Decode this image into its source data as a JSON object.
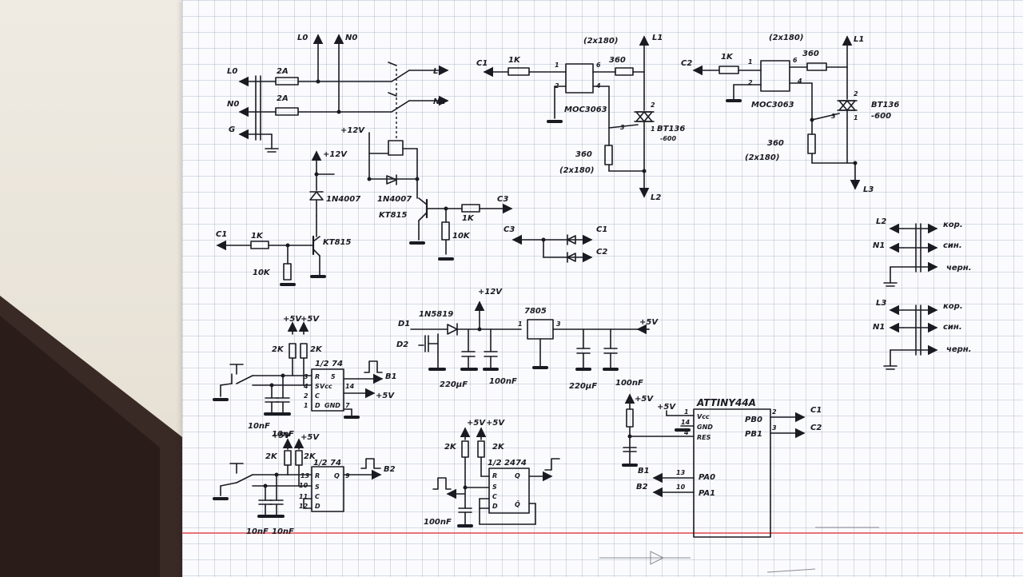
{
  "ac_input": {
    "l0": "L0",
    "n0": "N0",
    "g": "G",
    "fuse1": "2A",
    "fuse2": "2A",
    "out_l1": "L1",
    "out_n1": "N1"
  },
  "relay_driver": {
    "supply": "+12V",
    "supply_relay": "+12V",
    "diode1": "1N4007",
    "diode2": "1N4007",
    "q1": "KT815",
    "q2": "KT815",
    "r_base1": "1K",
    "r_pull1": "10K",
    "r_base2": "1K",
    "r_pull2": "10K",
    "in_c1": "C1",
    "out_c3": "C3"
  },
  "diode_or": {
    "in": "C3",
    "out1": "C1",
    "out2": "C2"
  },
  "triac1": {
    "in": "C1",
    "r_in": "1K",
    "opto": "MOC3063",
    "pin1": "1",
    "pin2": "2",
    "pin4": "4",
    "pin6": "6",
    "r_top_pair": "(2x180)",
    "r_top": "360",
    "r_bottom": "360",
    "r_bottom_pair": "(2x180)",
    "triac": "BT136",
    "triac_rating": "-600",
    "t_pin1": "1",
    "t_pin2": "2",
    "t_pin3": "3",
    "line_top": "L1",
    "line_out": "L2"
  },
  "triac2": {
    "in": "C2",
    "r_in": "1K",
    "opto": "MOC3063",
    "pin1": "1",
    "pin2": "2",
    "pin4": "4",
    "pin6": "6",
    "r_top_pair": "(2x180)",
    "r_top": "360",
    "r_bottom": "360",
    "r_bottom_pair": "(2x180)",
    "triac": "BT136",
    "triac_rating": "-600",
    "t_pin1": "1",
    "t_pin2": "2",
    "t_pin3": "3",
    "line_top": "L1",
    "line_out": "L3"
  },
  "cables": {
    "c1": {
      "line": "L2",
      "neutral": "N1",
      "w1": "кор.",
      "w2": "син.",
      "w3": "черн."
    },
    "c2": {
      "line": "L3",
      "neutral": "N1",
      "w1": "кор.",
      "w2": "син.",
      "w3": "черн."
    }
  },
  "power": {
    "d_top": "D1",
    "d_bottom": "D2",
    "schottky": "1N5819",
    "v12": "+12V",
    "reg": "7805",
    "reg_pin1": "1",
    "reg_pin3": "3",
    "v5": "+5V",
    "cap1": "220µF",
    "cap2": "100nF",
    "cap3": "220µF",
    "cap4": "100nF"
  },
  "debounce1": {
    "p5a": "+5V",
    "p5b": "+5V",
    "r1": "2K",
    "r2": "2K",
    "chip": "1/2 74",
    "pin_r": "R",
    "pin_s": "S",
    "pin_vcc": "Vcc",
    "pin_c": "C",
    "pin_d": "D",
    "pin_gnd": "GND",
    "n5": "5",
    "n14": "14",
    "n7": "7",
    "n4": "4",
    "n3": "3",
    "n2": "2",
    "n1": "1",
    "out": "B1",
    "vout": "+5V",
    "cap_a": "10nF",
    "cap_b": "10nF"
  },
  "debounce2": {
    "p5a": "+5V",
    "p5b": "+5V",
    "r1": "2K",
    "r2": "2K",
    "chip": "1/2 74",
    "pin_r": "R",
    "pin_s": "S",
    "pin_c": "C",
    "pin_d": "D",
    "pin_q": "Q",
    "n13": "13",
    "n10": "10",
    "n11": "11",
    "n12": "12",
    "n9": "9",
    "out": "B2",
    "cap_a": "10nF",
    "cap_b": "10nF"
  },
  "flipflop": {
    "p5a": "+5V",
    "p5b": "+5V",
    "r1": "2K",
    "r2": "2K",
    "chip": "1/2 2474",
    "pin_r": "R",
    "pin_s": "S",
    "pin_c": "C",
    "pin_d": "D",
    "pin_q": "Q",
    "pin_nq": "Q̄",
    "cap": "100nF"
  },
  "mcu": {
    "name": "ATTINY44A",
    "vcc_label": "+5V",
    "r_vcc": "+5V",
    "pin1": "1",
    "pin14": "14",
    "pin4": "4",
    "p_vcc": "Vcc",
    "p_gnd": "GND",
    "p_res": "RES",
    "pb0": "PB0",
    "pb1": "PB1",
    "n2": "2",
    "n3": "3",
    "out_c1": "C1",
    "out_c2": "C2",
    "pa0": "PA0",
    "pa1": "PA1",
    "n13": "13",
    "n10": "10",
    "in_b1": "B1",
    "in_b2": "B2"
  },
  "colors": {
    "ink": "#1a1a22",
    "grid": "#8ca0be",
    "margin": "#e8737a",
    "paper": "#fbfbfd"
  }
}
